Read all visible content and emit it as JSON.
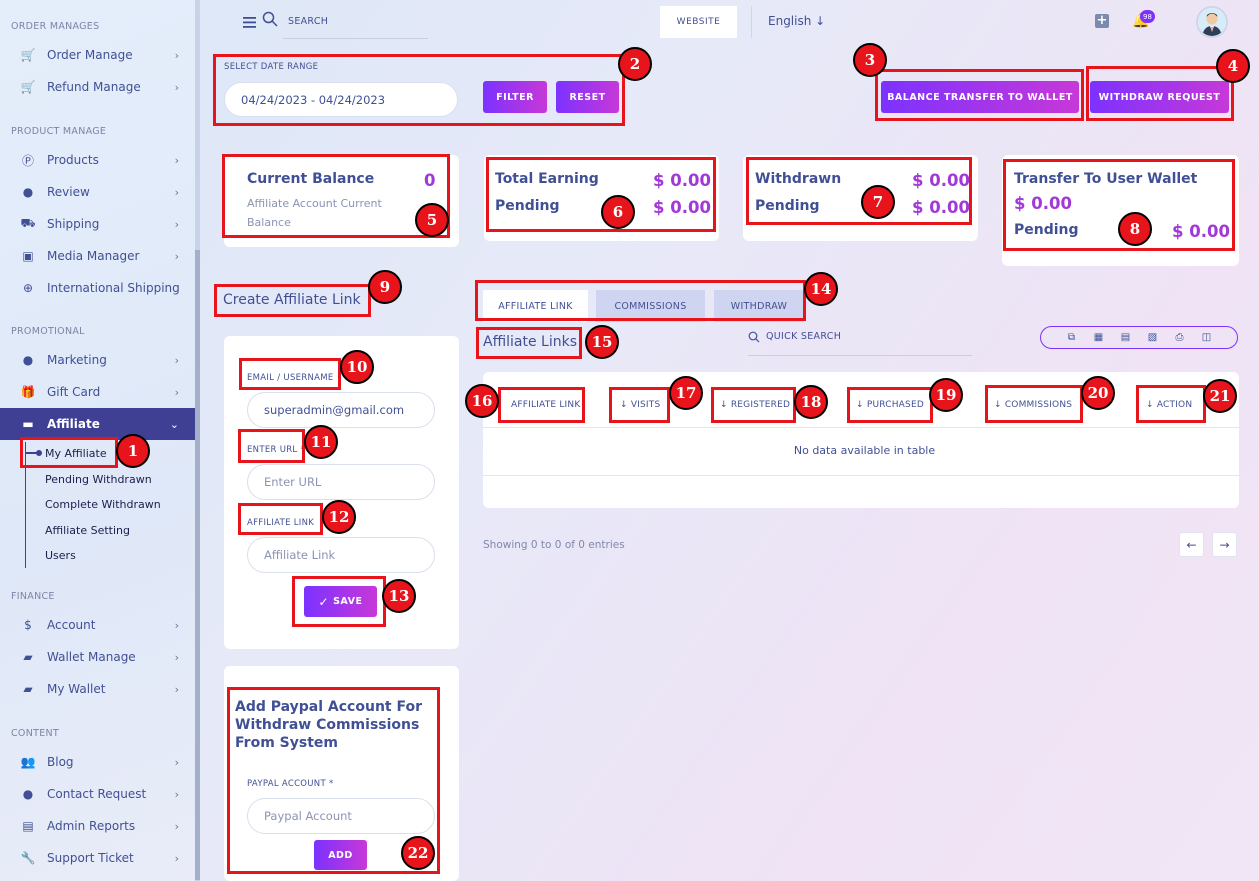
{
  "sidebar": {
    "sections": [
      {
        "title": "ORDER MANAGES",
        "items": [
          {
            "label": "Order Manage",
            "icon": "cart-icon"
          },
          {
            "label": "Refund Manage",
            "icon": "cart-icon"
          }
        ]
      },
      {
        "title": "PRODUCT MANAGE",
        "items": [
          {
            "label": "Products",
            "icon": "product-icon"
          },
          {
            "label": "Review",
            "icon": "user-icon"
          },
          {
            "label": "Shipping",
            "icon": "truck-icon"
          },
          {
            "label": "Media Manager",
            "icon": "image-icon"
          },
          {
            "label": "International Shipping",
            "icon": "globe-icon"
          }
        ]
      },
      {
        "title": "PROMOTIONAL",
        "items": [
          {
            "label": "Marketing",
            "icon": "user-icon"
          },
          {
            "label": "Gift Card",
            "icon": "gift-icon"
          },
          {
            "label": "Affiliate",
            "icon": "ticket-icon"
          }
        ]
      },
      {
        "title": "FINANCE",
        "items": [
          {
            "label": "Account",
            "icon": "coin-icon"
          },
          {
            "label": "Wallet Manage",
            "icon": "wallet-icon"
          },
          {
            "label": "My Wallet",
            "icon": "wallet-icon"
          }
        ]
      },
      {
        "title": "CONTENT",
        "items": [
          {
            "label": "Blog",
            "icon": "users-icon"
          },
          {
            "label": "Contact Request",
            "icon": "user-icon"
          },
          {
            "label": "Admin Reports",
            "icon": "report-icon"
          },
          {
            "label": "Support Ticket",
            "icon": "wrench-icon"
          }
        ]
      }
    ],
    "affiliate_sub": [
      "My Affiliate",
      "Pending Withdrawn",
      "Complete Withdrawn",
      "Affiliate Setting",
      "Users"
    ]
  },
  "topbar": {
    "search_label": "SEARCH",
    "website_label": "WEBSITE",
    "language": "English",
    "notification_count": "98"
  },
  "date_range": {
    "label": "SELECT DATE RANGE",
    "value": "04/24/2023 - 04/24/2023",
    "filter_label": "FILTER",
    "reset_label": "RESET"
  },
  "actions": {
    "balance_transfer": "BALANCE TRANSFER TO WALLET",
    "withdraw_request": "WITHDRAW REQUEST"
  },
  "cards": {
    "current_balance": {
      "title": "Current Balance",
      "value": "0",
      "sub": "Affiliate Account Current Balance"
    },
    "total_earning": {
      "title": "Total Earning",
      "value": "$ 0.00",
      "pending_label": "Pending",
      "pending_value": "$ 0.00"
    },
    "withdrawn": {
      "title": "Withdrawn",
      "value": "$ 0.00",
      "pending_label": "Pending",
      "pending_value": "$ 0.00"
    },
    "transfer": {
      "title": "Transfer To User Wallet",
      "value": "$ 0.00",
      "pending_label": "Pending",
      "pending_value": "$ 0.00"
    }
  },
  "create_link": {
    "title": "Create Affiliate Link",
    "email_label": "EMAIL / USERNAME",
    "email_value": "superadmin@gmail.com",
    "url_label": "ENTER URL *",
    "url_placeholder": "Enter URL",
    "link_label": "AFFILIATE LINK",
    "link_placeholder": "Affiliate Link",
    "save_label": "SAVE"
  },
  "paypal": {
    "title": "Add Paypal Account For Withdraw Commissions From System",
    "field_label": "PAYPAL ACCOUNT *",
    "placeholder": "Paypal Account",
    "add_label": "ADD"
  },
  "tabs": [
    "AFFILIATE LINK",
    "COMMISSIONS",
    "WITHDRAW"
  ],
  "affiliate_links": {
    "title": "Affiliate Links",
    "quick_search": "QUICK SEARCH",
    "columns": [
      "AFFILIATE LINK",
      "VISITS",
      "REGISTERED",
      "PURCHASED",
      "COMMISSIONS",
      "ACTION"
    ],
    "empty_text": "No data available in table",
    "showing": "Showing 0 to 0 of 0 entries"
  },
  "markers": [
    "1",
    "2",
    "3",
    "4",
    "5",
    "6",
    "7",
    "8",
    "9",
    "10",
    "11",
    "12",
    "13",
    "14",
    "15",
    "16",
    "17",
    "18",
    "19",
    "20",
    "21",
    "22"
  ],
  "colors": {
    "accent": "#7c32ff",
    "accent2": "#c738d8",
    "active_nav": "#3f3f94",
    "annotation": "#e8141b",
    "value": "#a238d8"
  }
}
